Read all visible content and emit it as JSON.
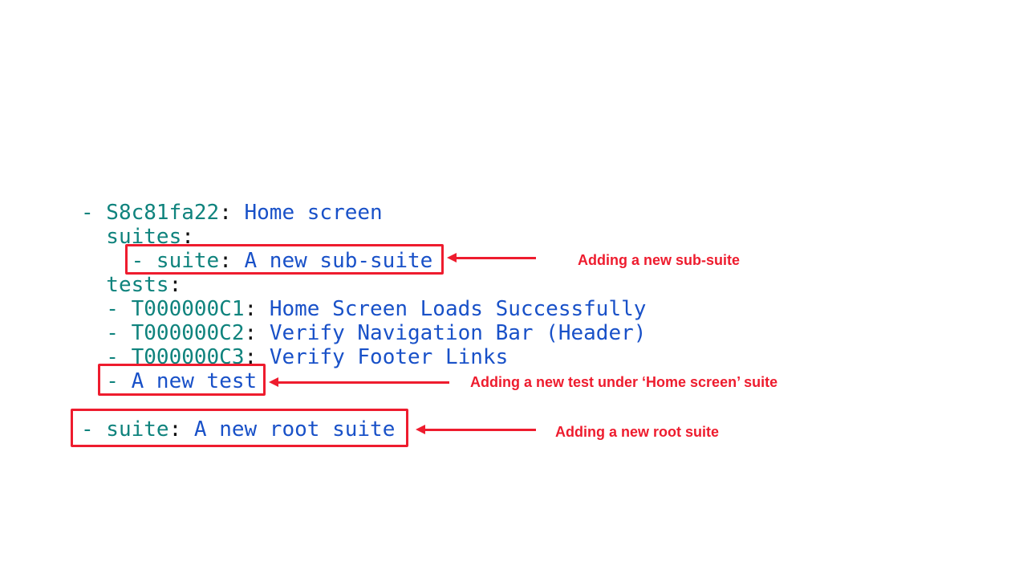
{
  "colors": {
    "background": "#ffffff",
    "key": "#0f837d",
    "punctuation": "#111111",
    "value": "#1951c8",
    "annotation_red": "#ee1c2e"
  },
  "code": {
    "language": "yaml",
    "lines": [
      {
        "tokens": [
          {
            "text": "- S8c81fa22",
            "color": "key"
          },
          {
            "text": ": ",
            "color": "punctuation"
          },
          {
            "text": "Home screen",
            "color": "value"
          }
        ]
      },
      {
        "tokens": [
          {
            "text": "  suites",
            "color": "key"
          },
          {
            "text": ":",
            "color": "punctuation"
          }
        ]
      },
      {
        "tokens": [
          {
            "text": "    - suite",
            "color": "key"
          },
          {
            "text": ": ",
            "color": "punctuation"
          },
          {
            "text": "A new sub-suite",
            "color": "value"
          }
        ]
      },
      {
        "tokens": [
          {
            "text": "  tests",
            "color": "key"
          },
          {
            "text": ":",
            "color": "punctuation"
          }
        ]
      },
      {
        "tokens": [
          {
            "text": "  - T000000C1",
            "color": "key"
          },
          {
            "text": ": ",
            "color": "punctuation"
          },
          {
            "text": "Home Screen Loads Successfully",
            "color": "value"
          }
        ]
      },
      {
        "tokens": [
          {
            "text": "  - T000000C2",
            "color": "key"
          },
          {
            "text": ": ",
            "color": "punctuation"
          },
          {
            "text": "Verify Navigation Bar (Header)",
            "color": "value"
          }
        ]
      },
      {
        "tokens": [
          {
            "text": "  - T000000C3",
            "color": "key"
          },
          {
            "text": ": ",
            "color": "punctuation"
          },
          {
            "text": "Verify Footer Links",
            "color": "value"
          }
        ]
      },
      {
        "tokens": [
          {
            "text": "  - ",
            "color": "key"
          },
          {
            "text": "A new test",
            "color": "value"
          }
        ]
      },
      {
        "tokens": []
      },
      {
        "tokens": [
          {
            "text": "- suite",
            "color": "key"
          },
          {
            "text": ": ",
            "color": "punctuation"
          },
          {
            "text": "A new root suite",
            "color": "value"
          }
        ]
      }
    ]
  },
  "callouts": {
    "sub_suite": {
      "label": "Adding a new sub-suite"
    },
    "new_test": {
      "label": "Adding a new test under ‘Home screen’ suite"
    },
    "root_suite": {
      "label": "Adding a new root suite"
    }
  }
}
